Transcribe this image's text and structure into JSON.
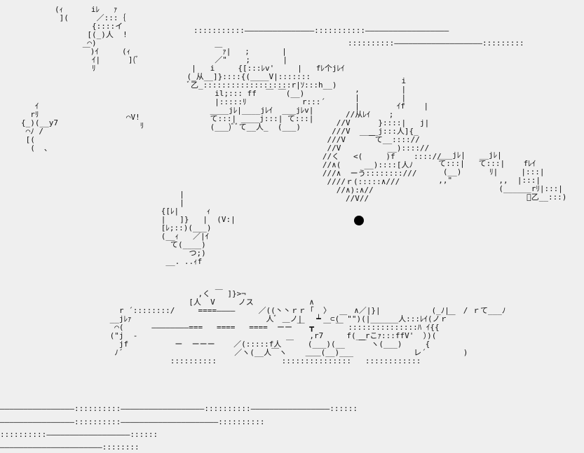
{
  "art": {
    "top_left_figure": "(ｨ      iﾚ   ｧ\n ](      ／:::｛\n        {::::イ\n       [(_)人  !\n       ⌒)\n      ￣)ｲ     (ｨ\n        ｲ|      ](ﾞ\n        ﾘ",
    "left_small_figure": "   ｲ\n  rﾘ\n{_)(__y7\n ⌒ﾉ /\n [(  \n  (  ､",
    "left_side_mark": "   ⌒V!\n      ﾘ",
    "top_center_cluster": "          ￣ｧ|   ;       |\n          ／\"    ;       |\n     |   i     {[:::ﾚv'     |   fﾚ个jﾚｲ\n    (_从__]}::::{(____V|:::::::\n    ﾞ乙_:::::::::::::::::::r|ｿ:::h__)\n          il;::: ff  ￣ ￣(__)\n          |:::::ﾘ            r:::´\n         ____jﾚ|____jﾚｲ  ___jﾚv|\n         て:::| ____j:::| て:::|\n         (___)ﾞﾞて__人_  (___)",
    "center_eye_figure": "                    i\n          ,         |\n          |         |\n          |        ｲf    |\n        //从ﾚｲ    ;\n      //V      }::::|   j|\n     ///V    __j:::人]{_\n    ///V   ￣￣て__:::://\n    //V          __):::://\n   //く   <(     )f    :::://\n   //∧(     __)::::[人ﾉ\n   ///∧  ーう::::::::///\n    ////ｒ(:::::∧///\n      //∧):∧//\n        //V//",
    "right_figure": "  ___jﾚ|   __jﾚ|\n  て:::|   て:::|    fﾚｲ\n   (__)      ﾘ|     |:::|\n  ,,\"          ,,  |:::|\n               (______rﾘ|:::|\n                     ﾞ乙__:::)",
    "mid_left_figure": "          |\n          |\n      {[ﾚ|      ｨ\n      |   ]}   |  (V:|\n      [ﾚ;::)(___)\n      (__ｨ   ／|ｲ\n        て(____)\n            つ;)\n       __. ..ｨf",
    "bottom_scene": "                    ,く ￣ ]}>¬\n                  [人  V     ノス            ∧\n   r ´::::::::/     ====————     ／((丶丶ｒｒ「  〉     ∧／|}|           (_ﾉ|   / ｒて___ﾉ\n __jﾚｧ                             人ﾞ ＿ノ|   ┷  ⊂(￣\"\")(|______人:::ﾚｲ(ノｒ￣\n  ⌒(      ————————===   ====   ====  ーー ￣ ┳  ￣ ￣ :::::::::::::::ﾊ ｲ{{\n (\"j  -                                     ,r7     f(__rこｧ:::ffV'  ）)(\n   jf          ー  ーーー    ／(:::::f人 ￣   (___)(__   ￣ ヽ(___)     {\n  ﾉ´                        ／ヽ(__人￣ヽ    ＿＿(__)___             レ´        )\n              ::::::::::              :::::::::::::::   ::::::::::::"
  },
  "rules": {
    "top_right_1": ":::::::::::———————————————:::::::::::——————————————————",
    "top_right_2": "::::::::::———————————————————:::::::::",
    "bottom_1": "————————————————::::::::::——————————————————::::::::::—————————————————::::::",
    "bottom_2": "————————————————::::::::::—————————————————————::::::::::",
    "bottom_3": "::::::::::——————————————————::::::",
    "bottom_4": "——————————————————————::::::::"
  },
  "colors": {
    "background": "#efefef",
    "ink": "#111111",
    "eye": "#000000"
  }
}
